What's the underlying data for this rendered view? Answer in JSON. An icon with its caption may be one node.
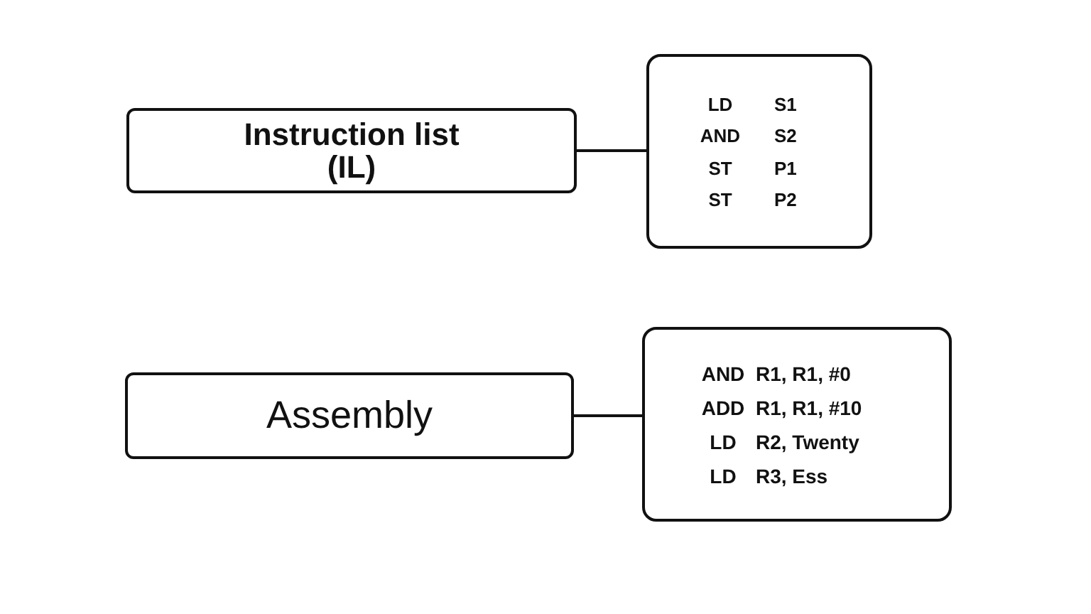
{
  "diagram": {
    "nodes": [
      {
        "text": [
          "Instruction list (IL)"
        ]
      },
      {
        "text": [
          "LD",
          "S1",
          "AND",
          "S2",
          "ST",
          "P1",
          "ST",
          "P2"
        ]
      },
      {
        "text": [
          "Assembly"
        ]
      },
      {
        "text": [
          "AND",
          "R1, R1, #0",
          "ADD",
          "R1, R1, #10",
          "LD",
          "R2, Twenty",
          "LD",
          "R3, Ess"
        ]
      }
    ],
    "edges": [
      {
        "from": 0,
        "to": 1,
        "arrow": "none"
      },
      {
        "from": 2,
        "to": 3,
        "arrow": "none"
      }
    ]
  }
}
